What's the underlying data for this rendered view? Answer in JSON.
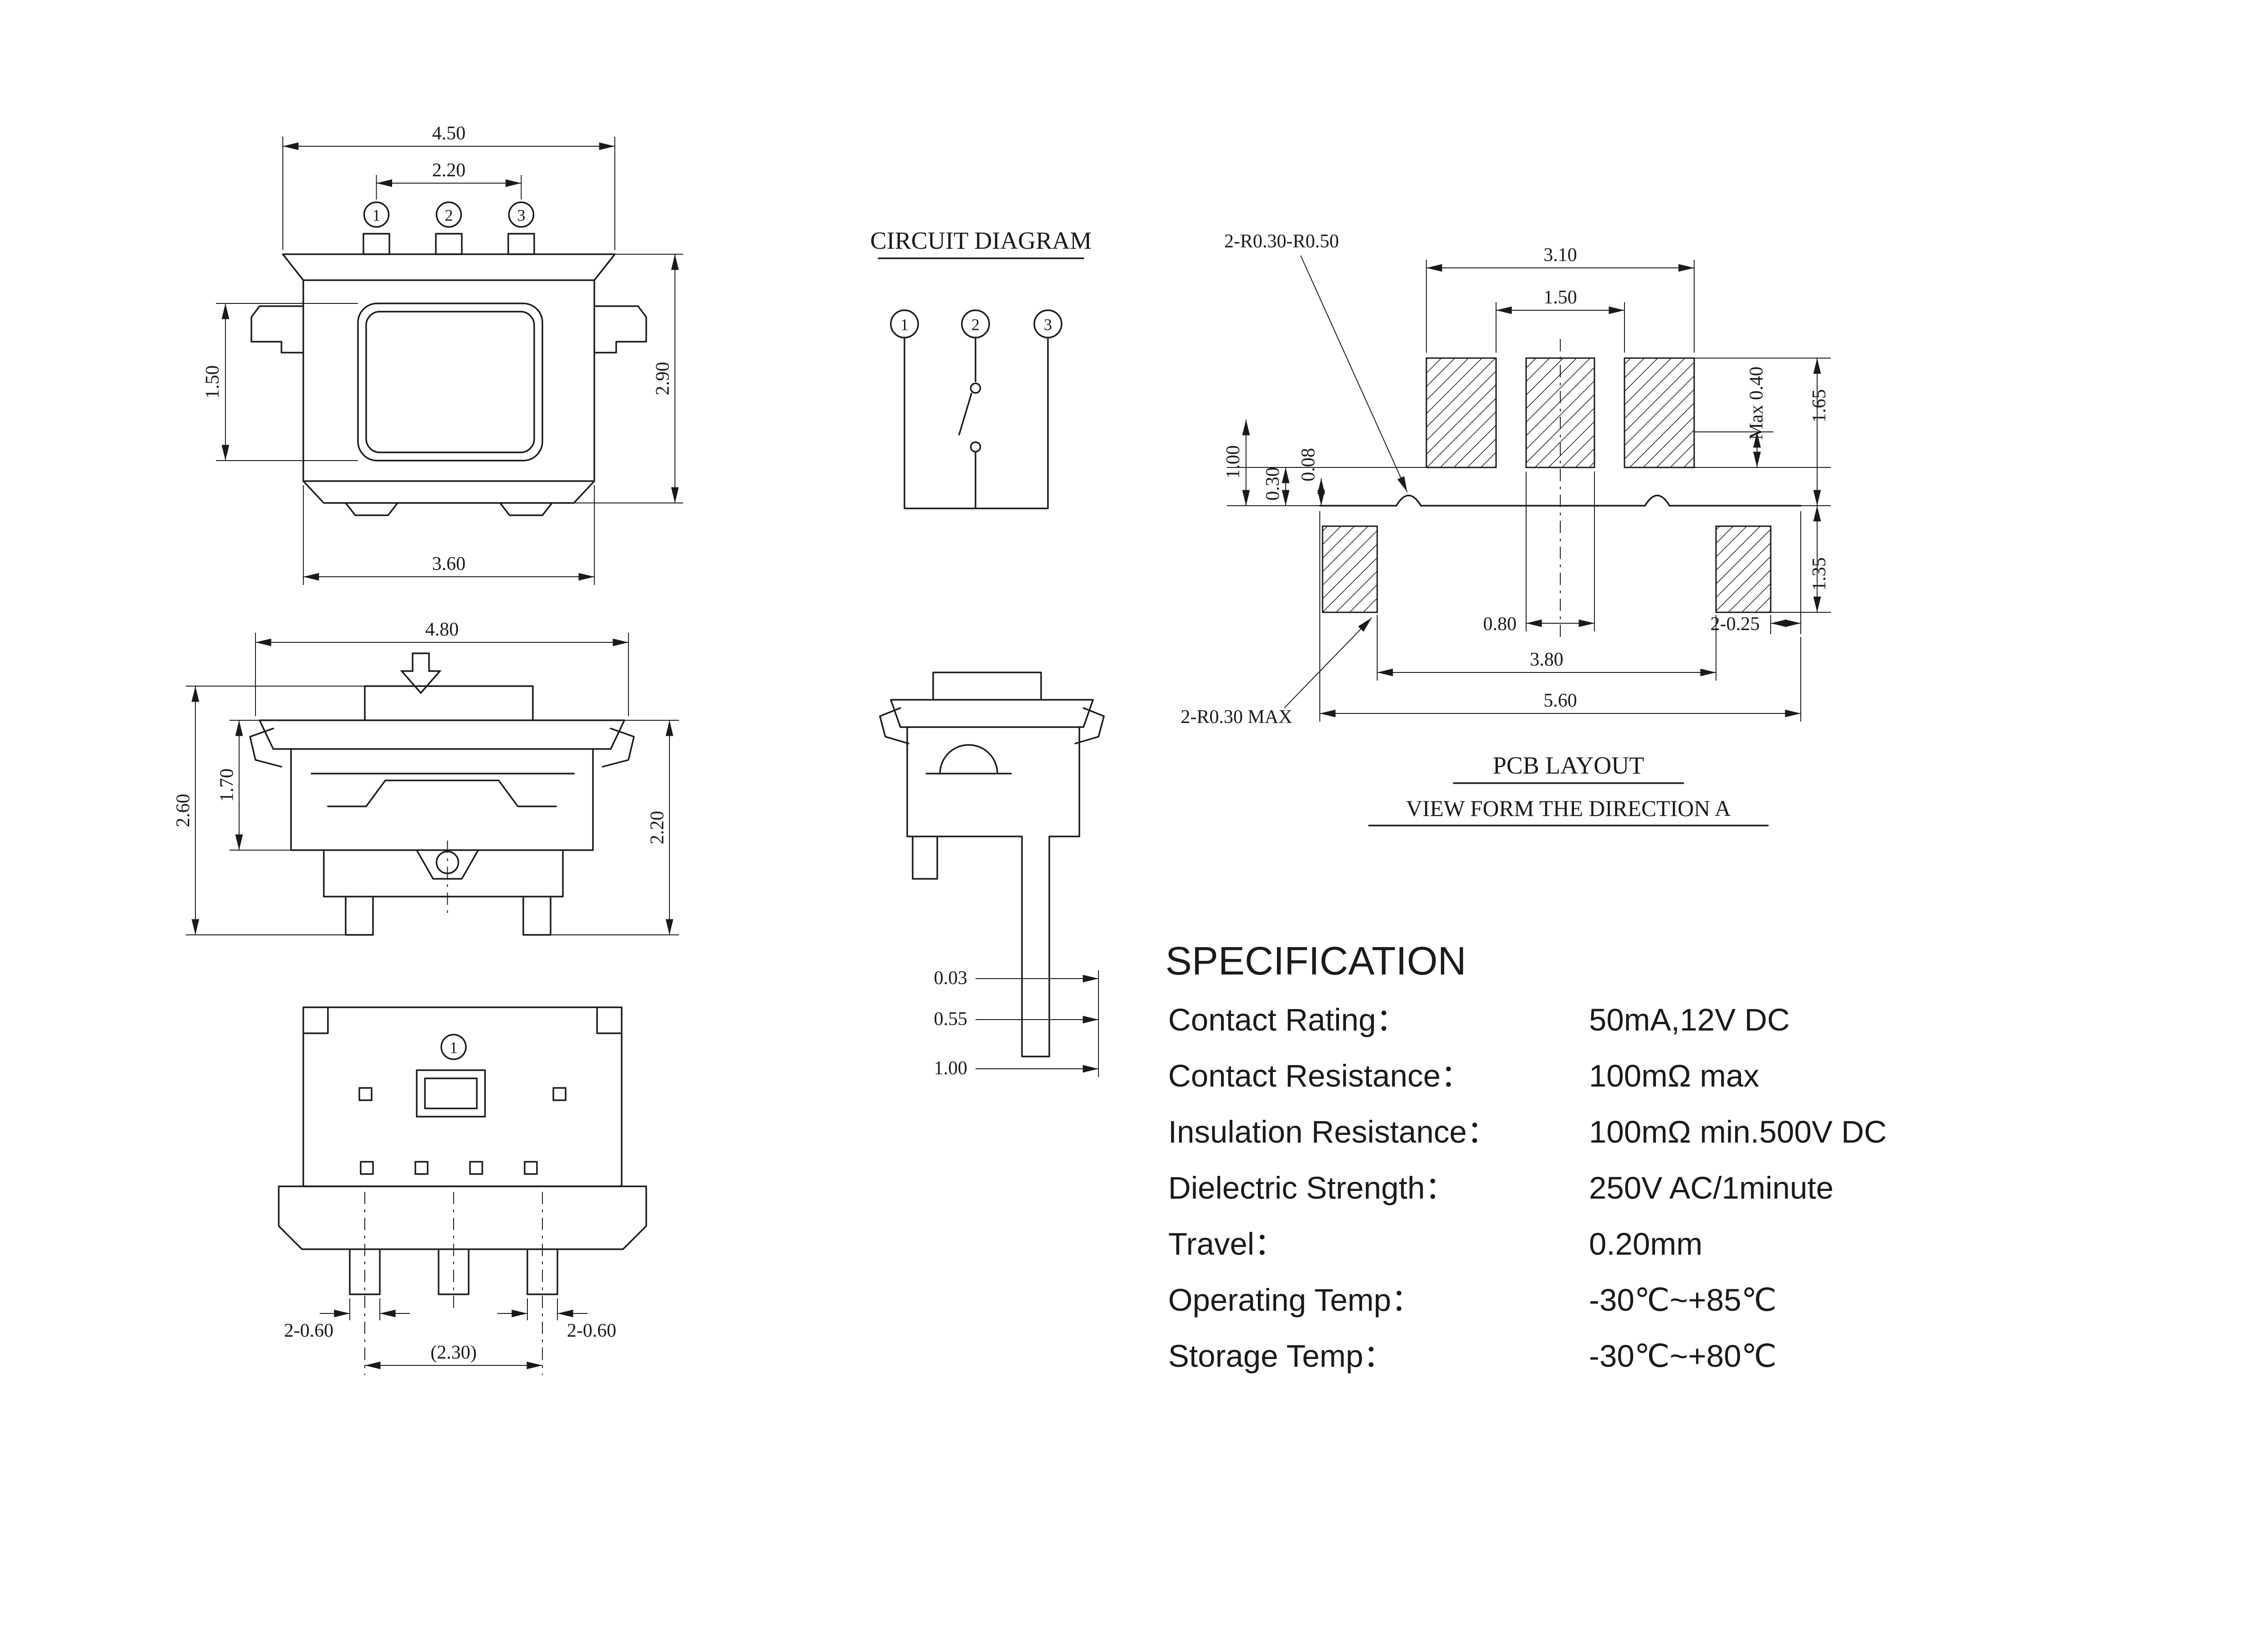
{
  "front_view": {
    "dims": {
      "w450": "4.50",
      "w220": "2.20",
      "h150": "1.50",
      "h290": "2.90",
      "w360": "3.60"
    },
    "terminals": [
      "1",
      "2",
      "3"
    ]
  },
  "side_view": {
    "dims": {
      "w480": "4.80",
      "h260": "2.60",
      "h170": "1.70",
      "h220": "2.20"
    }
  },
  "bottom_view": {
    "marker": "1",
    "dims": {
      "left": "2-0.60",
      "right": "2-0.60",
      "center": "(2.30)"
    }
  },
  "circuit": {
    "title": "CIRCUIT DIAGRAM",
    "terminals": [
      "1",
      "2",
      "3"
    ]
  },
  "section_view": {
    "dims": {
      "d003": "0.03",
      "d055": "0.55",
      "d100": "1.00"
    }
  },
  "pcb": {
    "title": "PCB LAYOUT",
    "subtitle": "VIEW FORM THE DIRECTION A",
    "dims": {
      "radii_top": "2-R0.30-R0.50",
      "w310": "3.10",
      "w150": "1.50",
      "max040": "Max 0.40",
      "h165": "1.65",
      "h100": "1.00",
      "h030": "0.30",
      "h008": "0.08",
      "h135": "1.35",
      "w080": "0.80",
      "w2025": "2-0.25",
      "w380": "3.80",
      "w560": "5.60",
      "radii_bottom": "2-R0.30 MAX"
    }
  },
  "spec": {
    "title": "SPECIFICATION",
    "rows": [
      {
        "label": "Contact Rating：",
        "value": "50mA,12V DC"
      },
      {
        "label": "Contact Resistance：",
        "value": "100mΩ max"
      },
      {
        "label": "Insulation Resistance：",
        "value": "100mΩ min.500V DC"
      },
      {
        "label": "Dielectric Strength：",
        "value": "250V AC/1minute"
      },
      {
        "label": "Travel：",
        "value": "0.20mm"
      },
      {
        "label": "Operating Temp：",
        "value": "-30℃~+85℃"
      },
      {
        "label": "Storage Temp：",
        "value": "-30℃~+80℃"
      }
    ]
  },
  "colors": {
    "line": "#1a1a1e",
    "background": "#ffffff"
  }
}
